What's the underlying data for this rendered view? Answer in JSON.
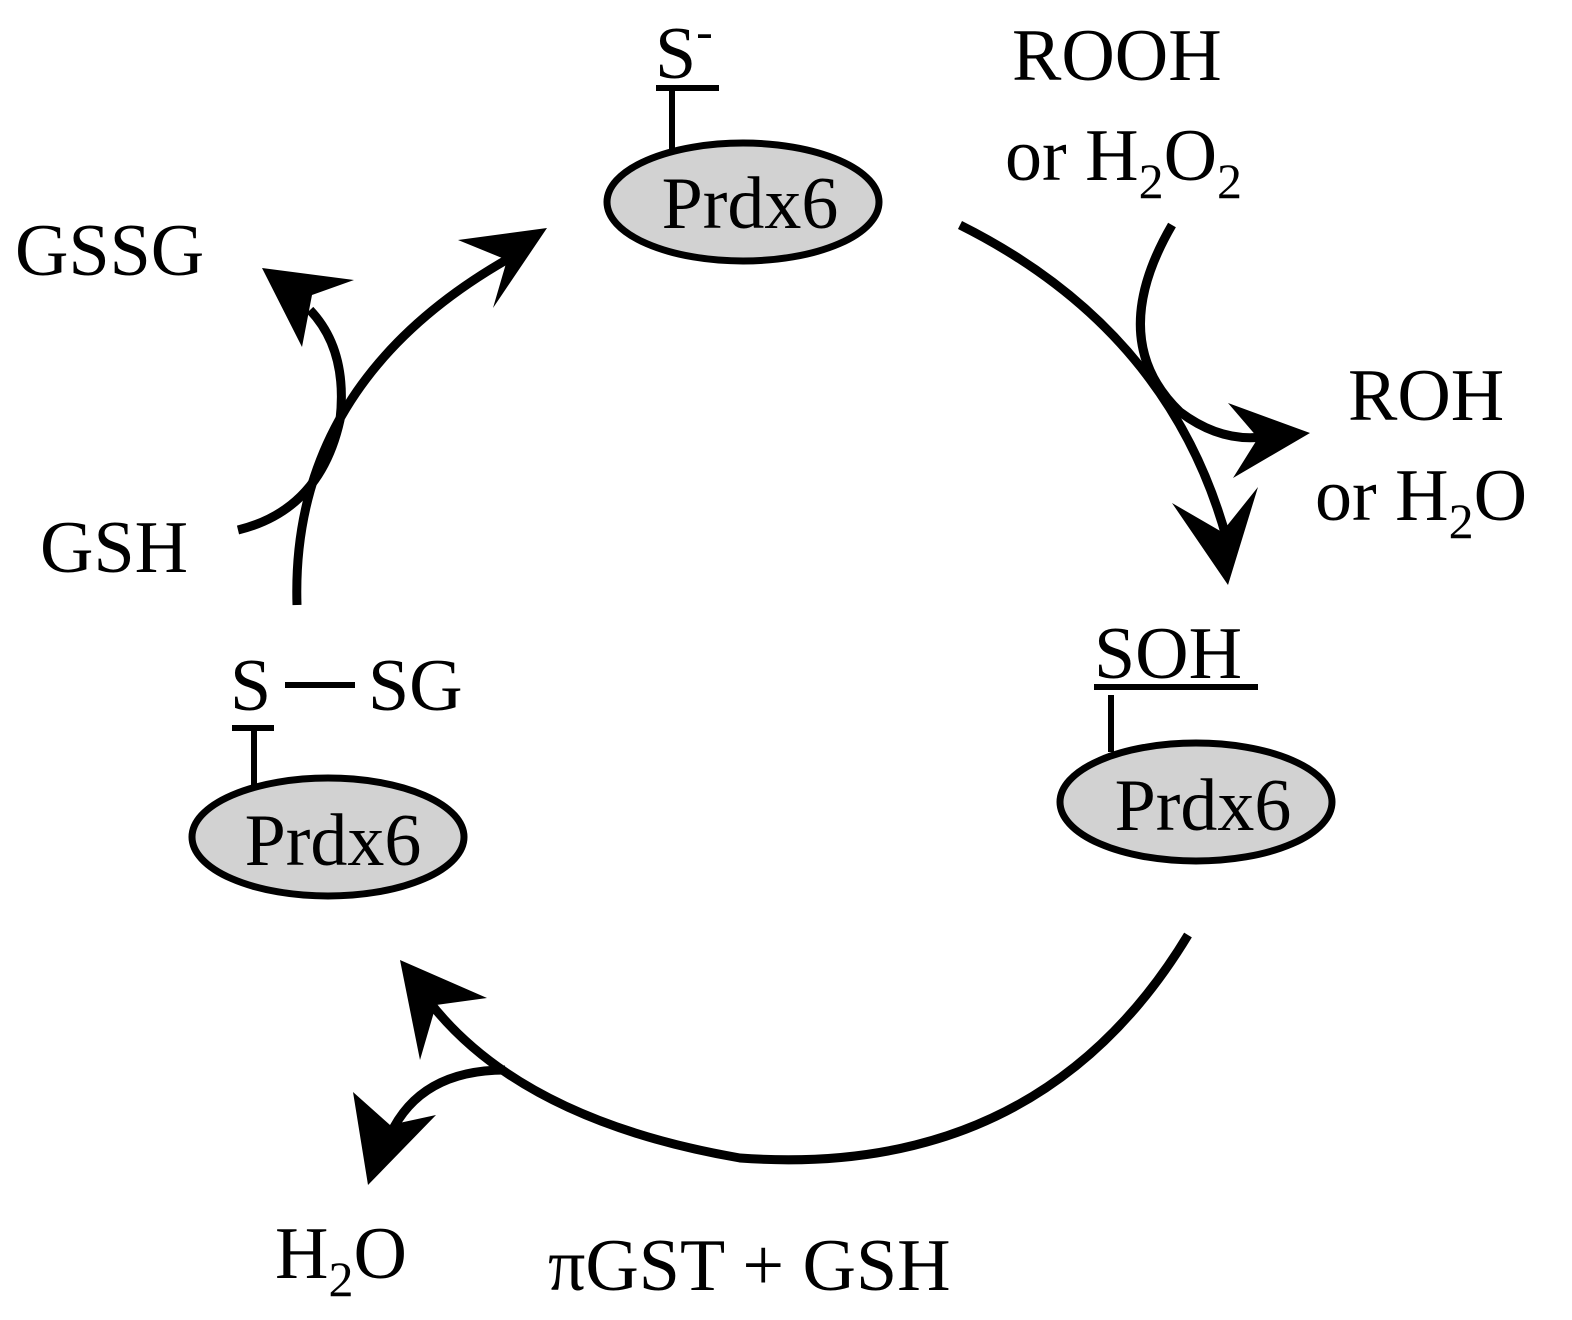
{
  "diagram": {
    "enzyme_label": "Prdx6",
    "reduced": {
      "group": "S",
      "charge": "-"
    },
    "oxidized": {
      "group": "SOH",
      "color": "#1aa3dd"
    },
    "glutathionylated": {
      "group": "S",
      "partner": "SG"
    },
    "substrate": {
      "line1": "ROOH",
      "line2_prefix": "or H",
      "line2_sub1": "2",
      "line2_mid": "O",
      "line2_sub2": "2"
    },
    "product": {
      "line1": "ROH",
      "line2_prefix": "or H",
      "line2_sub": "2",
      "line2_suffix": "O"
    },
    "gsh": "GSH",
    "gssg": "GSSG",
    "water": {
      "prefix": "H",
      "sub": "2",
      "suffix": "O"
    },
    "reductant": "πGST + GSH"
  }
}
